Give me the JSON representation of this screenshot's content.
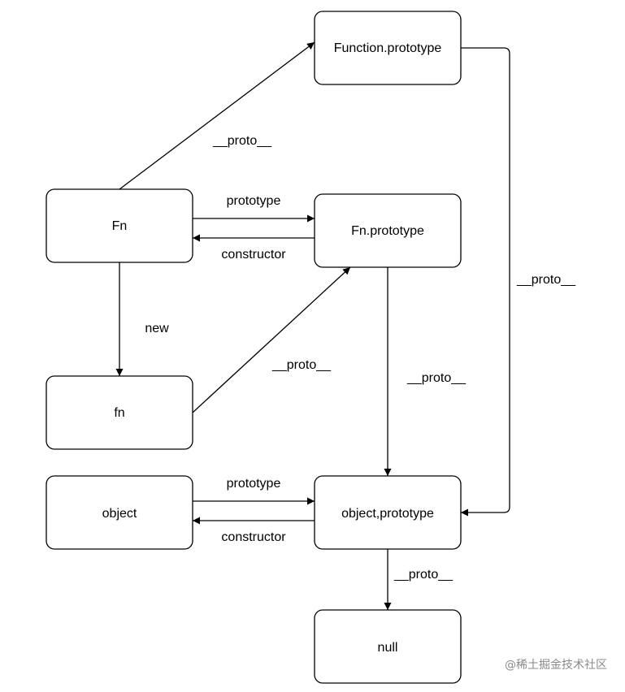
{
  "nodes": {
    "function_prototype": "Function.prototype",
    "fn_ctor": "Fn",
    "fn_prototype": "Fn.prototype",
    "fn_instance": "fn",
    "object": "object",
    "object_prototype": "object,prototype",
    "null": "null"
  },
  "edges": {
    "fn_to_function_prototype": "__proto__",
    "fn_prototype_link": "prototype",
    "fn_constructor_link": "constructor",
    "function_prototype_to_object_prototype": "__proto__",
    "new_link": "new",
    "instance_to_fn_prototype": "__proto__",
    "fn_prototype_to_object_prototype": "__proto__",
    "object_prototype_link": "prototype",
    "object_constructor_link": "constructor",
    "object_prototype_to_null": "__proto__"
  },
  "watermark": "@稀土掘金技术社区"
}
